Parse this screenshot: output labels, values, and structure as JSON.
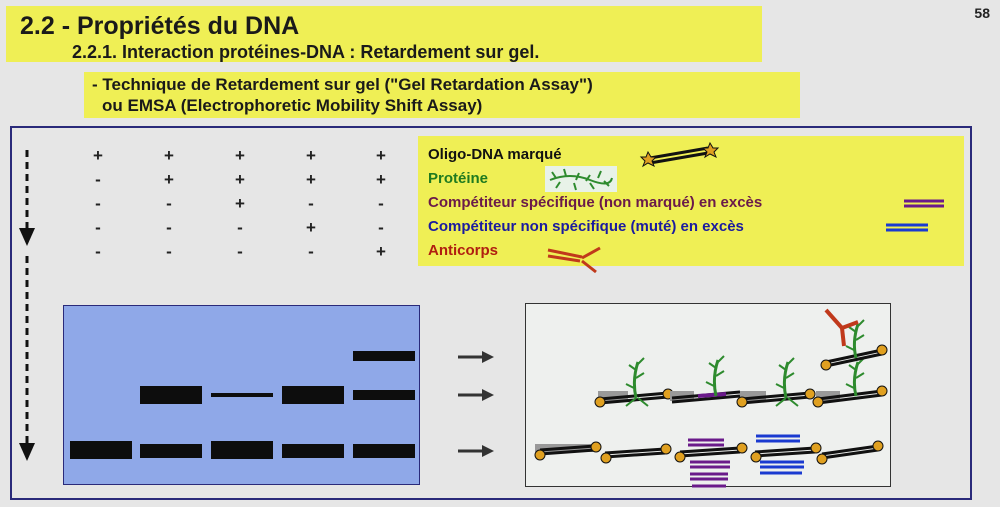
{
  "slide": {
    "page_number": "58",
    "title": "2.2 - Propriétés du DNA",
    "subtitle": "2.2.1. Interaction protéines-DNA : Retardement sur gel.",
    "technique_line1": "- Technique de Retardement sur gel (\"Gel Retardation Assay\")",
    "technique_line2": "ou EMSA (Electrophoretic Mobility Shift Assay)"
  },
  "matrix": [
    [
      "+",
      "+",
      "+",
      "+",
      "+"
    ],
    [
      "-",
      "+",
      "+",
      "+",
      "+"
    ],
    [
      "-",
      "-",
      "+",
      "-",
      "-"
    ],
    [
      "-",
      "-",
      "-",
      "+",
      "-"
    ],
    [
      "-",
      "-",
      "-",
      "-",
      "+"
    ]
  ],
  "legend": [
    {
      "label": "Oligo-DNA marqué",
      "color": "#111111",
      "icon": "labeled-oligo-icon"
    },
    {
      "label": "Protéine",
      "color": "#1f7a1f",
      "icon": "protein-icon"
    },
    {
      "label": "Compétiteur spécifique (non marqué) en excès",
      "color": "#6a1a4a",
      "icon": "specific-competitor-icon"
    },
    {
      "label": "Compétiteur non spécifique (muté) en excès",
      "color": "#1a1aa0",
      "icon": "nonspecific-competitor-icon"
    },
    {
      "label": "Anticorps",
      "color": "#b01e10",
      "icon": "antibody-icon"
    }
  ],
  "colors": {
    "highlight": "#efef55",
    "gel": "#8fa8e8",
    "frame": "#2a2a7a",
    "oligo": "#111111",
    "protein": "#2e8b2e",
    "specific_competitor": "#6a1a8a",
    "nonspecific_competitor": "#1a3ad0",
    "antibody": "#c0391b",
    "star": "#e0a020"
  }
}
